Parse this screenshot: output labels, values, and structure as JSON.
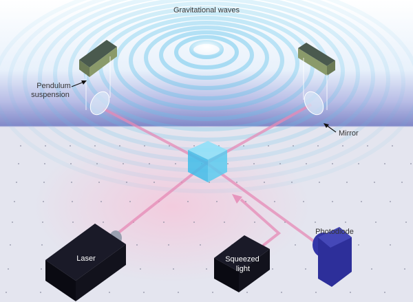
{
  "title": "Gravitational waves",
  "labels": {
    "pendulum_line1": "Pendulum",
    "pendulum_line2": "suspension",
    "mirror": "Mirror",
    "laser": "Laser",
    "squeezed_line1": "Squeezed",
    "squeezed_line2": "light",
    "photodiode": "Photodiode"
  },
  "colors": {
    "wave": "#5fc3ea",
    "sky_bottom": "#7f86c8",
    "floor": "#e3e4ee",
    "beam": "#e58ab5",
    "beam_splitter": "#4fc8ee",
    "box": "#10101c",
    "photodiode": "#2d2f9a"
  }
}
